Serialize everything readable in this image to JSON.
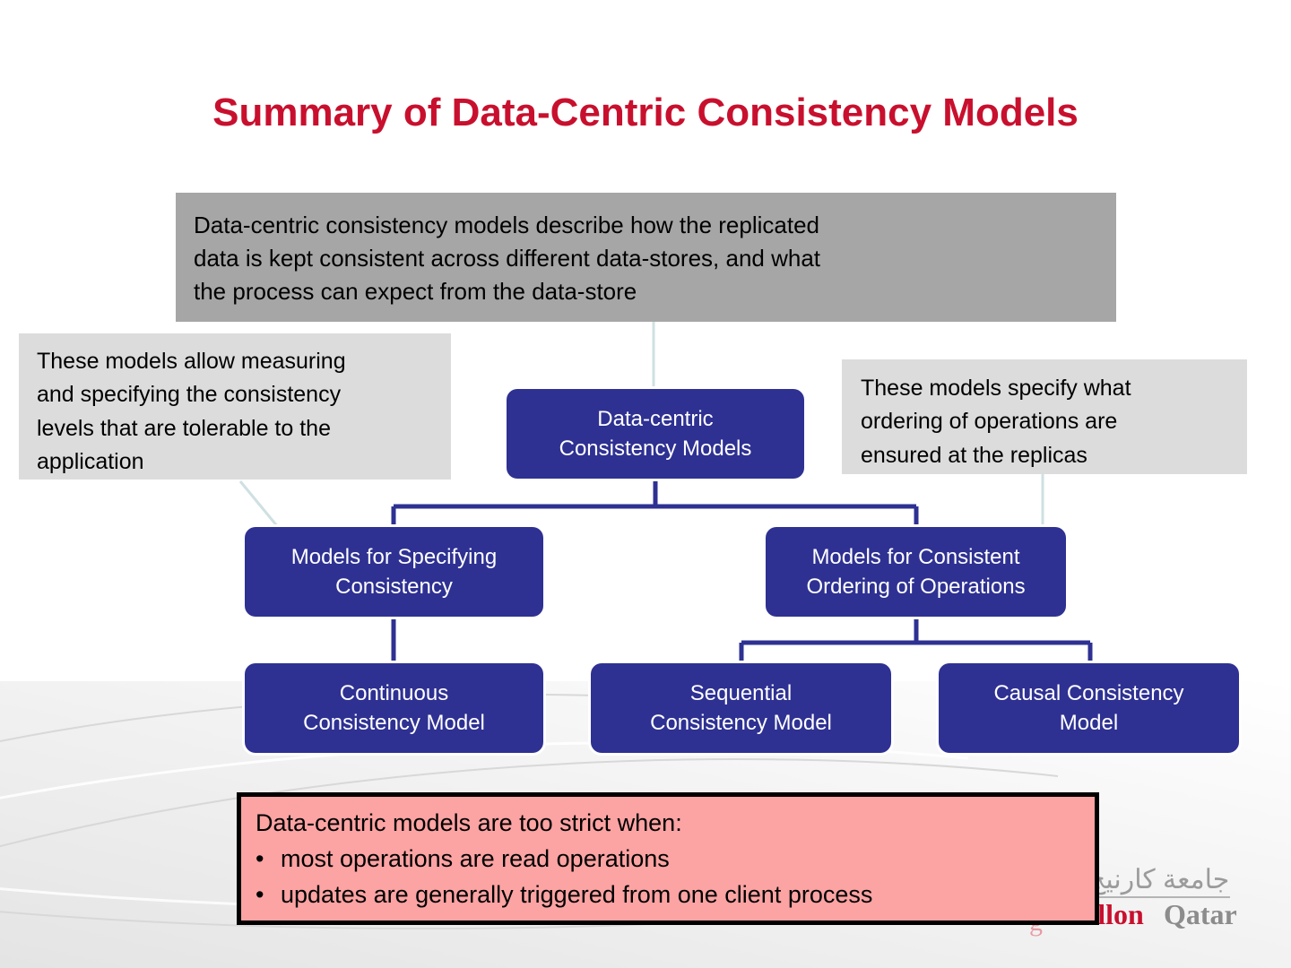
{
  "slide": {
    "title": "Summary of Data-Centric Consistency Models",
    "title_color": "#c8102e",
    "background_color": "#ffffff"
  },
  "callouts": {
    "top": {
      "name": "top-description-callout",
      "background": "#a6a6a6",
      "lines": [
        "Data-centric consistency models describe how the replicated",
        "data is kept consistent across different data-stores, and what",
        "the process can expect from the data-store"
      ]
    },
    "left": {
      "name": "left-description-callout",
      "background": "#dcdcdc",
      "lines": [
        "These models allow measuring",
        "and specifying the consistency",
        "levels that are tolerable to the",
        "application"
      ]
    },
    "right": {
      "name": "right-description-callout",
      "background": "#dcdcdc",
      "lines": [
        "These models specify what",
        "ordering of operations are",
        "ensured at the replicas"
      ]
    }
  },
  "nodes": {
    "fill_color": "#2e3192",
    "text_color": "#ffffff",
    "root": {
      "line1": "Data-centric",
      "line2": "Consistency Models"
    },
    "specify": {
      "line1": "Models for Specifying",
      "line2": "Consistency"
    },
    "ordering": {
      "line1": "Models for Consistent",
      "line2": "Ordering of Operations"
    },
    "continuous": {
      "line1": "Continuous",
      "line2": "Consistency Model"
    },
    "sequential": {
      "line1": "Sequential",
      "line2": "Consistency Model"
    },
    "causal": {
      "line1": "Causal Consistency",
      "line2": "Model"
    }
  },
  "pink_note": {
    "background": "#fca3a3",
    "border_color": "#000000",
    "heading": "Data-centric models are too strict when:",
    "bullet_char": "•",
    "bullets": [
      "most operations are read operations",
      "updates are generally triggered from one client process"
    ]
  },
  "logo": {
    "arabic": "جامعة كارنيج",
    "mellon": "ellon",
    "qatar": "Qatar",
    "mellon_color": "#c8102e",
    "qatar_color": "#8c8c8c",
    "footer_mark": "g"
  }
}
